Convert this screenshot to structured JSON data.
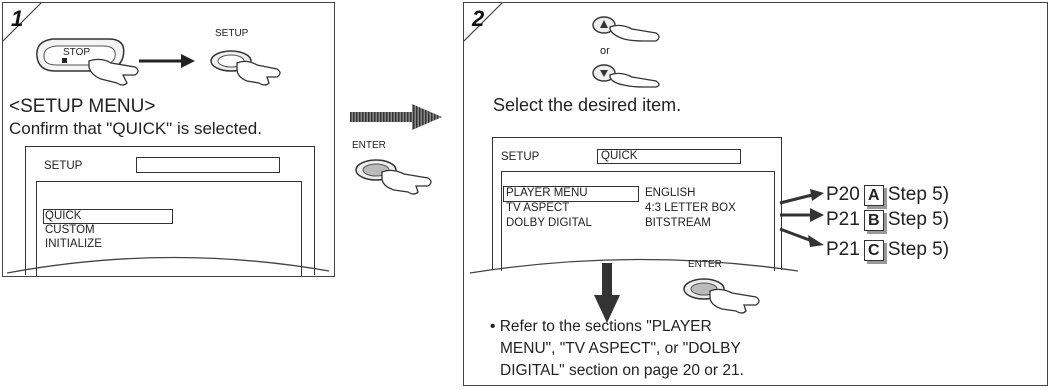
{
  "step1": {
    "number": "1",
    "stop_label": "STOP",
    "setup_label": "SETUP",
    "menu_title": "<SETUP MENU>",
    "instruction": "Confirm that \"QUICK\" is selected.",
    "screen": {
      "header": "SETUP",
      "items": [
        "QUICK",
        "CUSTOM",
        "INITIALIZE"
      ]
    }
  },
  "middle": {
    "enter_label": "ENTER"
  },
  "step2": {
    "number": "2",
    "or_label": "or",
    "instruction": "Select the desired item.",
    "screen": {
      "header": "SETUP",
      "header_value": "QUICK",
      "rows": [
        {
          "label": "PLAYER MENU",
          "value": "ENGLISH"
        },
        {
          "label": "TV ASPECT",
          "value": "4:3 LETTER BOX"
        },
        {
          "label": "DOLBY DIGITAL",
          "value": "BITSTREAM"
        }
      ]
    },
    "enter_label": "ENTER",
    "refs": [
      {
        "page": "P20",
        "letter": "A",
        "step": "Step 5)"
      },
      {
        "page": "P21",
        "letter": "B",
        "step": "Step 5)"
      },
      {
        "page": "P21",
        "letter": "C",
        "step": "Step 5)"
      }
    ],
    "note_lines": [
      "• Refer to the sections \"PLAYER",
      "MENU\", \"TV ASPECT\", or \"DOLBY",
      "DIGITAL\" section on page 20 or 21."
    ]
  }
}
